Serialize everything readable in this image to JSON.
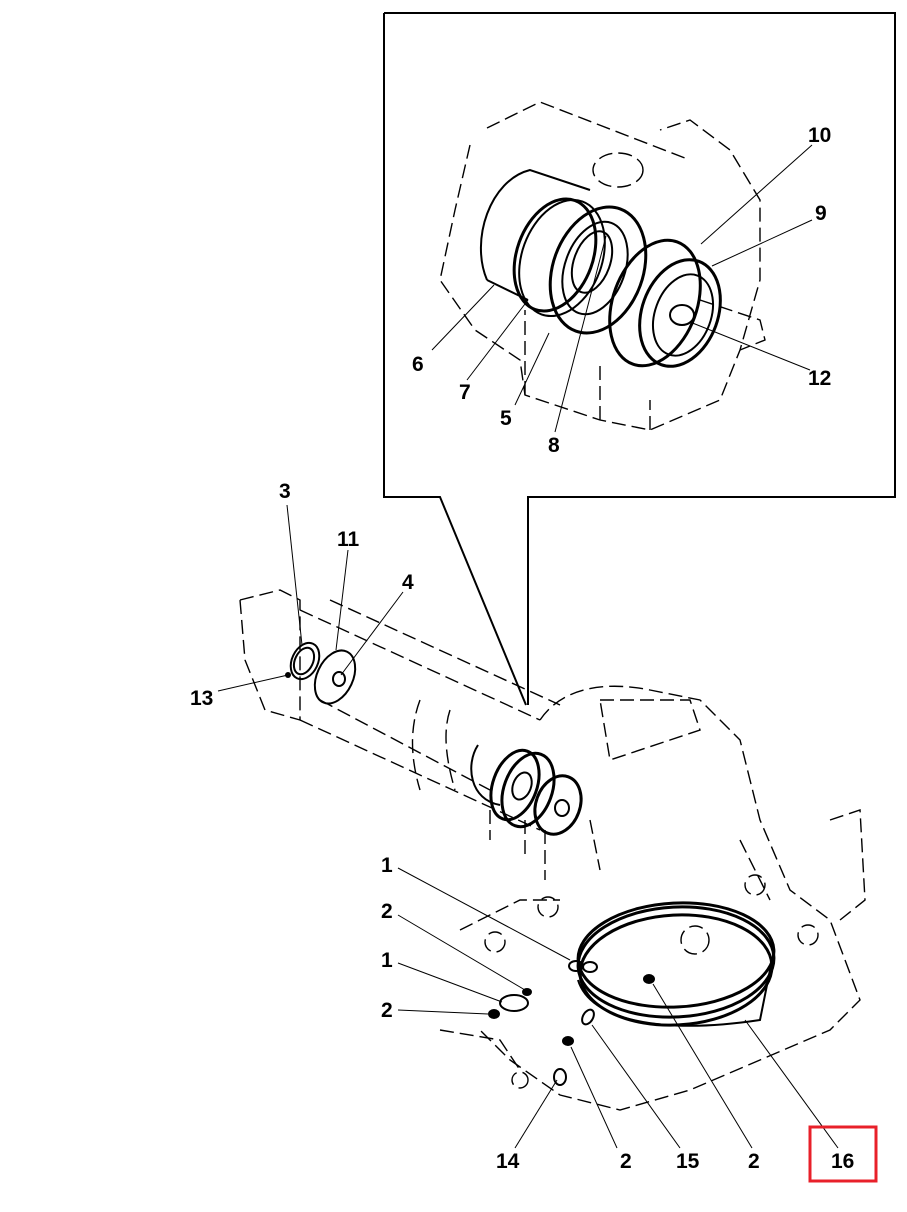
{
  "diagram": {
    "type": "exploded-parts-diagram",
    "highlight_color": "#e8202a",
    "highlighted_callout": "16",
    "detail_inset": {
      "callouts": [
        "10",
        "9",
        "6",
        "7",
        "5",
        "8",
        "12"
      ]
    },
    "main_view": {
      "callouts": [
        "3",
        "11",
        "4",
        "13",
        "1",
        "2",
        "1",
        "2",
        "14",
        "2",
        "15",
        "2",
        "16"
      ]
    }
  }
}
